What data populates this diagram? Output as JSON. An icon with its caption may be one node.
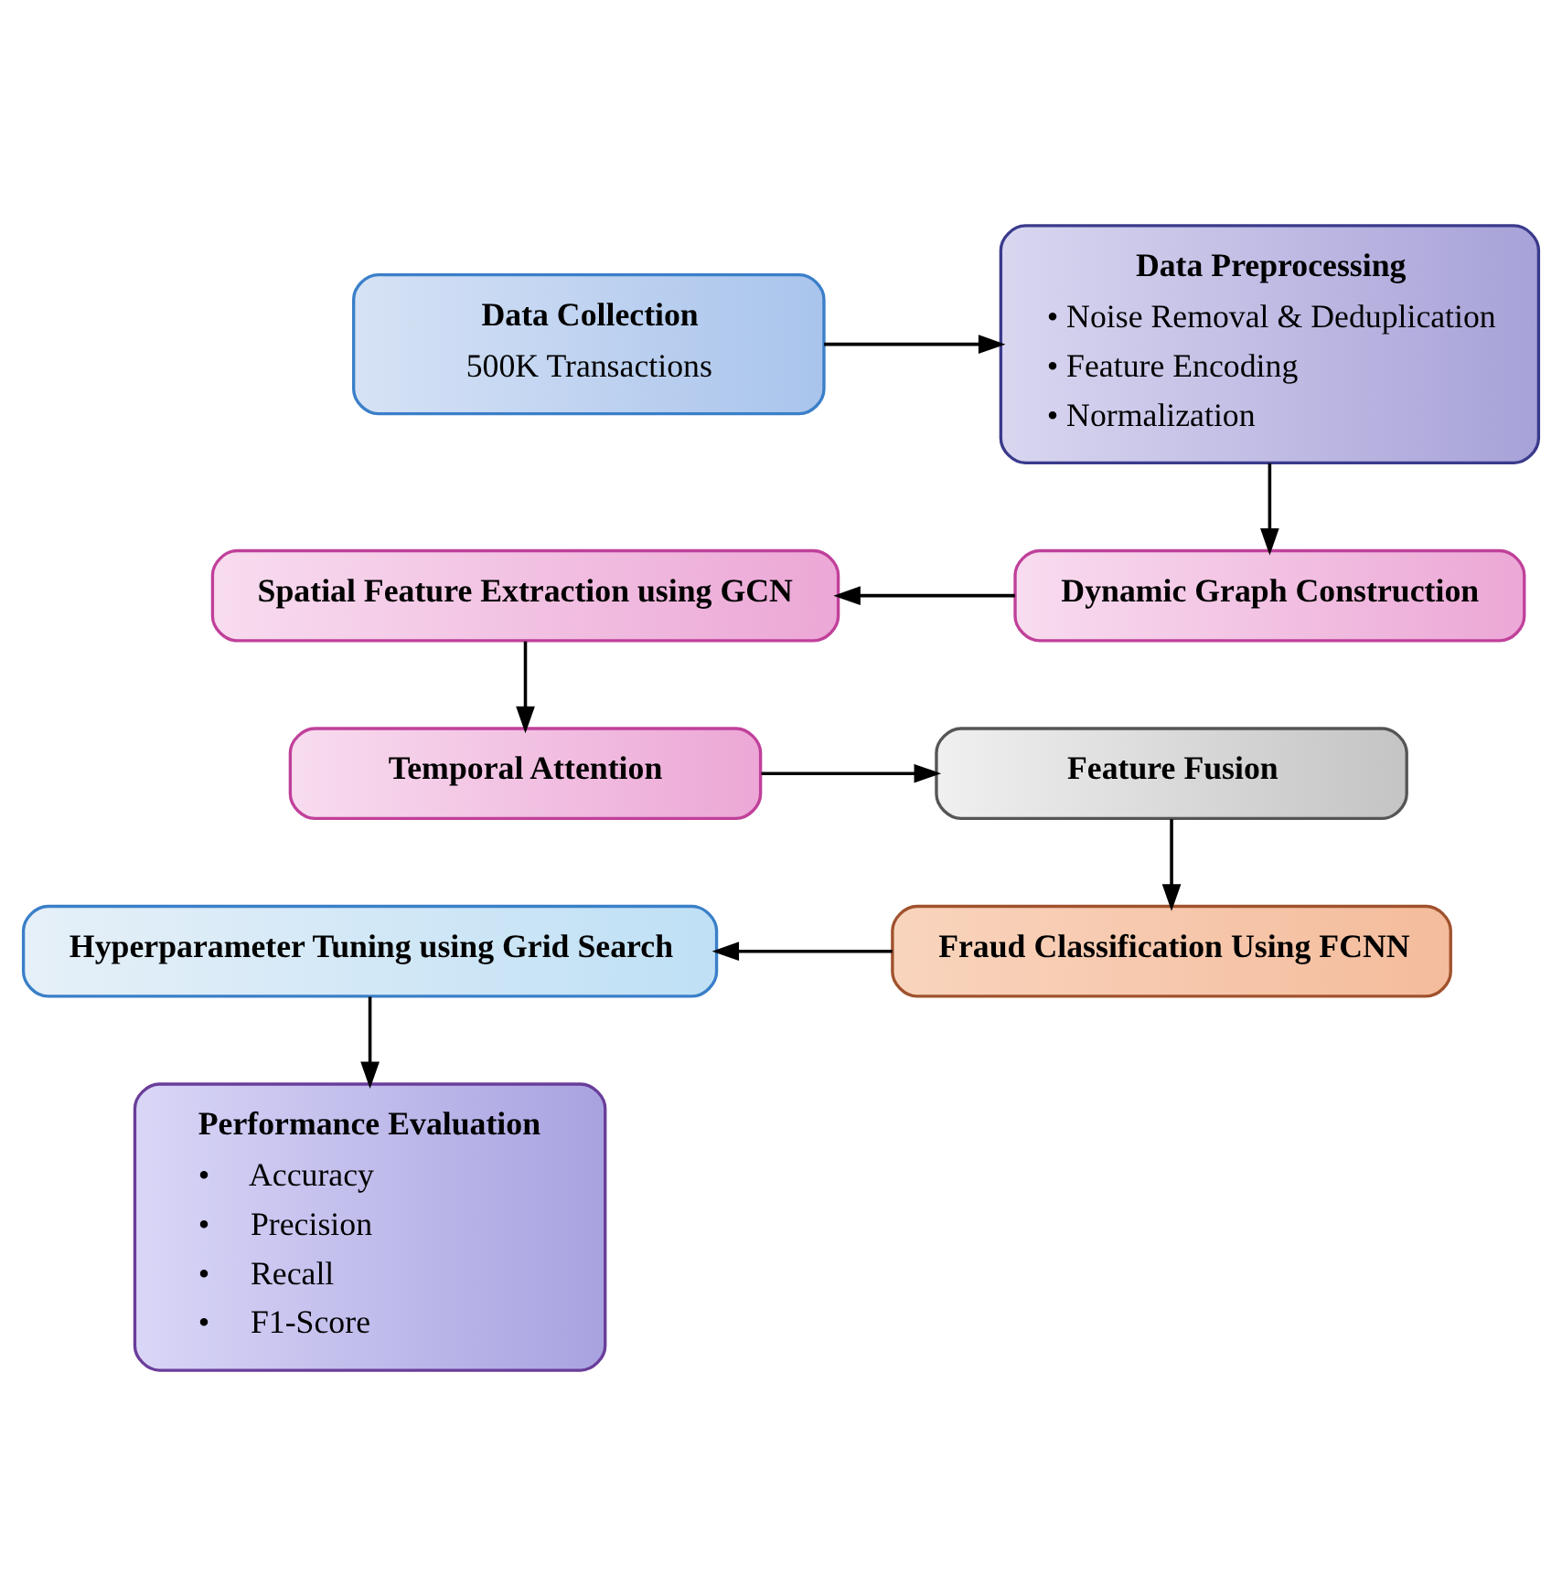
{
  "diagram": {
    "nodes": [
      {
        "text": [
          "Data Collection",
          "500K Transactions"
        ]
      },
      {
        "text": [
          "Data Preprocessing",
          "• Noise Removal & Deduplication",
          "• Feature Encoding",
          "• Normalization"
        ]
      },
      {
        "text": [
          "Dynamic Graph Construction"
        ]
      },
      {
        "text": [
          "Spatial Feature Extraction using GCN"
        ]
      },
      {
        "text": [
          "Temporal Attention"
        ]
      },
      {
        "text": [
          "Feature Fusion"
        ]
      },
      {
        "text": [
          "Fraud Classification Using FCNN"
        ]
      },
      {
        "text": [
          "Hyperparameter Tuning using Grid Search"
        ]
      },
      {
        "text": [
          "Performance Evaluation",
          "•     Accuracy",
          "•     Precision",
          "•     Recall",
          "•     F1-Score"
        ]
      }
    ],
    "edges": [
      {
        "from": 0,
        "to": 1,
        "arrow": "to"
      },
      {
        "from": 1,
        "to": 2,
        "arrow": "to"
      },
      {
        "from": 2,
        "to": 3,
        "arrow": "to"
      },
      {
        "from": 3,
        "to": 4,
        "arrow": "to"
      },
      {
        "from": 4,
        "to": 5,
        "arrow": "to"
      },
      {
        "from": 5,
        "to": 6,
        "arrow": "to"
      },
      {
        "from": 6,
        "to": 7,
        "arrow": "to"
      },
      {
        "from": 7,
        "to": 8,
        "arrow": "to"
      }
    ]
  }
}
